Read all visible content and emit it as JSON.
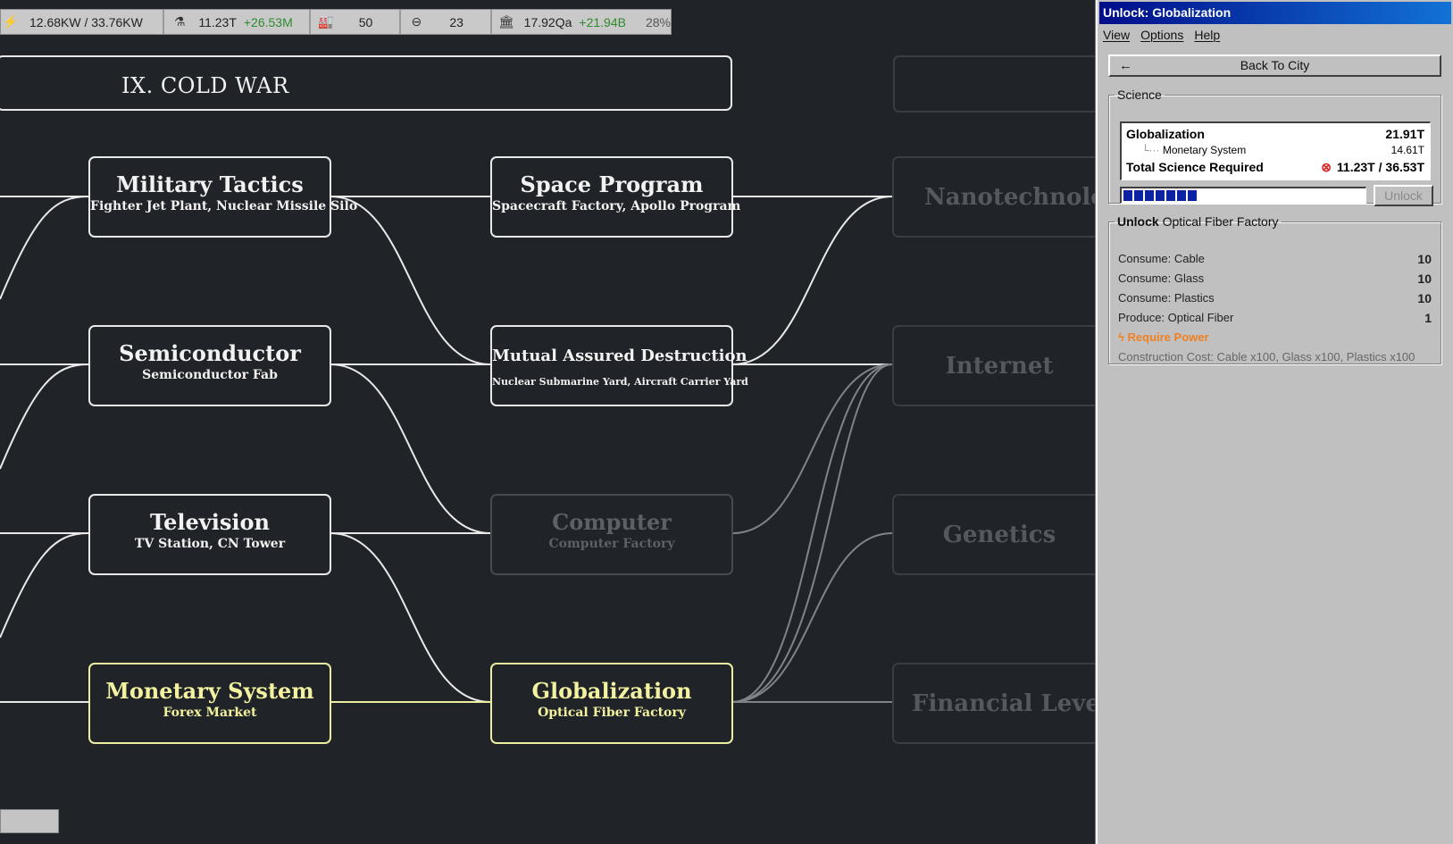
{
  "resources": {
    "power": "12.68KW / 33.76KW",
    "science": "11.23T",
    "science_rate": "+26.53M",
    "pollution": "50",
    "unhappiness": "23",
    "money": "17.92Qa",
    "money_rate": "+21.94B",
    "money_pct": "28%"
  },
  "tree": {
    "era_title": "IX.  COLD WAR",
    "nodes": [
      {
        "title": "Military Tactics",
        "sub": "Fighter Jet Plant, Nuclear Missile Silo"
      },
      {
        "title": "Semiconductor",
        "sub": "Semiconductor Fab"
      },
      {
        "title": "Television",
        "sub": "TV Station, CN Tower"
      },
      {
        "title": "Monetary System",
        "sub": "Forex Market"
      },
      {
        "title": "Space Program",
        "sub": "Spacecraft Factory, Apollo Program"
      },
      {
        "title": "Mutual Assured Destruction",
        "sub": "Nuclear Submarine Yard, Aircraft Carrier Yard"
      },
      {
        "title": "Computer",
        "sub": "Computer Factory"
      },
      {
        "title": "Globalization",
        "sub": "Optical Fiber Factory"
      },
      {
        "title": "Nanotechnology"
      },
      {
        "title": "Internet"
      },
      {
        "title": "Genetics"
      },
      {
        "title": "Financial Leverage"
      }
    ]
  },
  "window": {
    "title": "Unlock: Globalization",
    "menu": [
      "View",
      "Options",
      "Help"
    ],
    "back_label": "Back To City",
    "science": {
      "legend": "Science",
      "tech_name": "Globalization",
      "tech_cost": "21.91T",
      "prereq_name": "Monetary System",
      "prereq_cost": "14.61T",
      "total_label": "Total Science Required",
      "total_value": "11.23T / 36.53T",
      "progress": 0.31,
      "unlock_label": "Unlock"
    },
    "unlock_group": {
      "legend_bold": "Unlock",
      "legend_rest": "Optical Fiber Factory",
      "items": [
        {
          "label": "Consume: Cable",
          "value": "10"
        },
        {
          "label": "Consume: Glass",
          "value": "10"
        },
        {
          "label": "Consume: Plastics",
          "value": "10"
        },
        {
          "label": "Produce: Optical Fiber",
          "value": "1"
        }
      ],
      "require_power": "Require Power",
      "construction_cost": "Construction Cost: Cable x100, Glass x100, Plastics x100"
    }
  },
  "colors": {
    "background": "#202327",
    "highlight": "#eeeea0",
    "titlebar": "#000d8a",
    "progress": "#0b22a3"
  }
}
